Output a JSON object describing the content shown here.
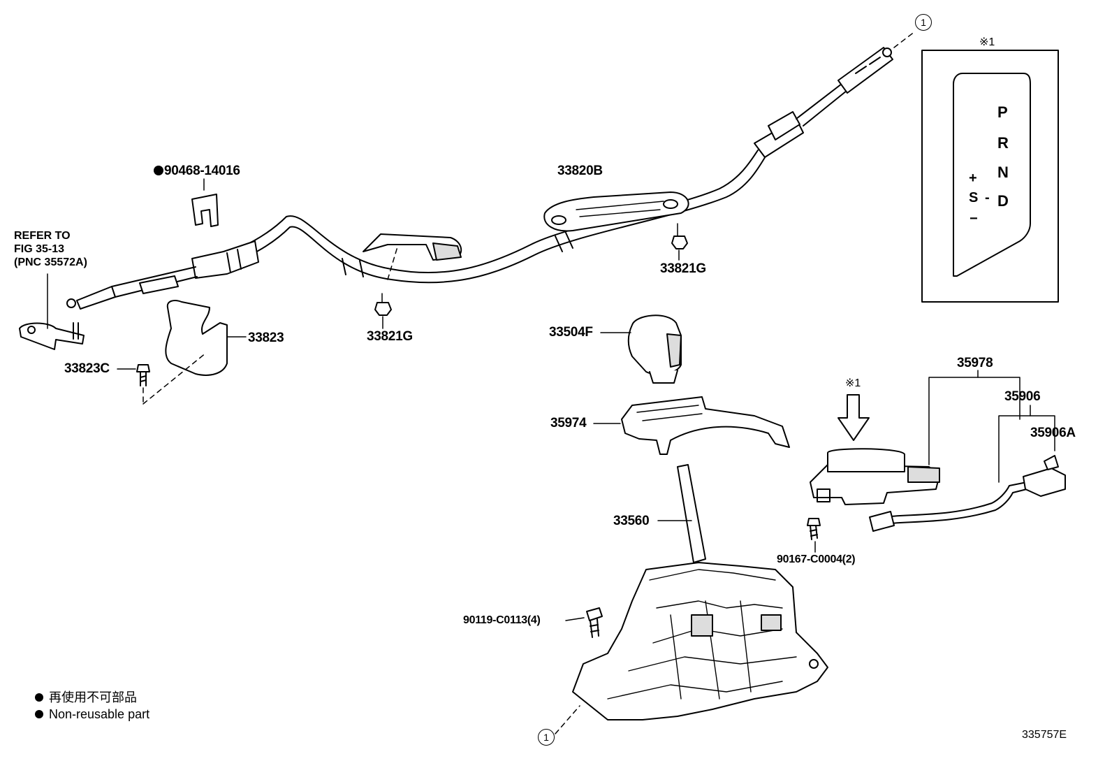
{
  "parts": {
    "p90468": "90468-14016",
    "p33820b": "33820B",
    "p33821g_a": "33821G",
    "p33821g_b": "33821G",
    "p33823": "33823",
    "p33823c": "33823C",
    "p33504f": "33504F",
    "p35974": "35974",
    "p33560": "33560",
    "p90119": "90119-C0113(4)",
    "p35978": "35978",
    "p35906": "35906",
    "p35906a": "35906A",
    "p90167": "90167-C0004(2)"
  },
  "refer_note": "REFER TO\nFIG 35-13\n(PNC 35572A)",
  "ref_marker": "1",
  "note_marker": "※1",
  "gate": {
    "p": "P",
    "r": "R",
    "n": "N",
    "d": "D",
    "plus": "+",
    "s": "S",
    "minus_s": "-",
    "minus_bottom": "−"
  },
  "legend": {
    "jp": "再使用不可部品",
    "en": "Non-reusable part"
  },
  "diagram_code": "335757E",
  "colors": {
    "line": "#000000",
    "part_fill": "#ffffff",
    "shade": "#dddddd"
  },
  "icons": {
    "non_reusable": "filled-circle-icon",
    "arrow": "down-arrow-icon"
  }
}
